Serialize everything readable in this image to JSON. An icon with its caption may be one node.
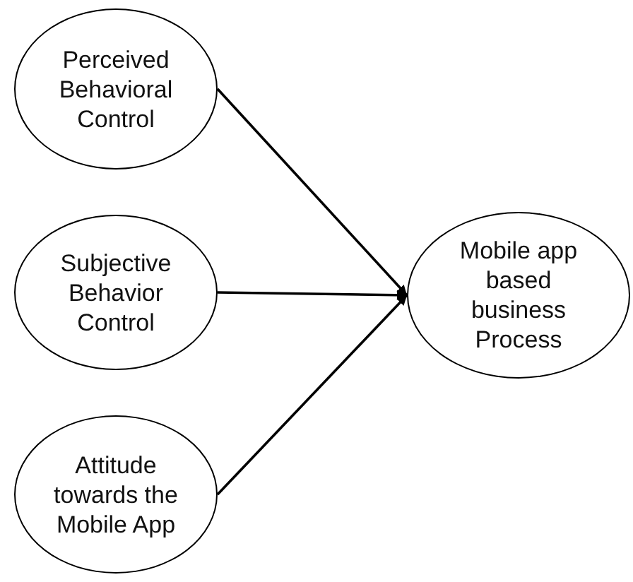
{
  "diagram": {
    "nodes": [
      {
        "text": [
          "Perceived Behavioral Control"
        ]
      },
      {
        "text": [
          "Subjective Behavior Control"
        ]
      },
      {
        "text": [
          "Attitude towards the Mobile App"
        ]
      },
      {
        "text": [
          "Mobile app based business Process"
        ]
      }
    ],
    "edges": [
      {
        "from": 0,
        "to": 3,
        "arrow": "to"
      },
      {
        "from": 1,
        "to": 3,
        "arrow": "to"
      },
      {
        "from": 2,
        "to": 3,
        "arrow": "to"
      }
    ]
  }
}
